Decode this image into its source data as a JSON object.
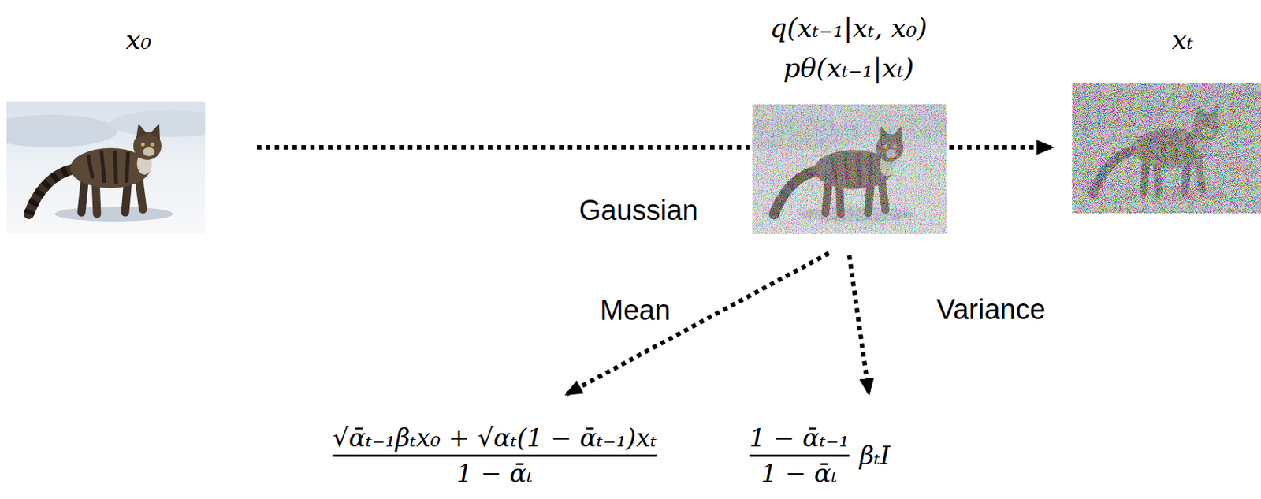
{
  "diagram": {
    "nodes": [
      {
        "text": [
          "x₀"
        ]
      },
      {
        "text": [
          "q(xₜ₋₁|xₜ, x₀)",
          "pθ(xₜ₋₁|xₜ)"
        ]
      },
      {
        "text": [
          "xₜ"
        ]
      },
      {
        "text": [
          "√ᾱₜ₋₁βₜx₀ + √αₜ(1 − ᾱₜ₋₁)xₜ",
          "1 − ᾱₜ"
        ]
      },
      {
        "text": [
          "1 − ᾱₜ₋₁",
          "1 − ᾱₜ",
          "βₜI"
        ]
      }
    ],
    "edges": [
      {
        "from": 0,
        "to": 1,
        "arrow": "none"
      },
      {
        "from": 1,
        "to": 2,
        "arrow": "to"
      },
      {
        "from": 1,
        "to": 3,
        "label": "Mean",
        "arrow": "to"
      },
      {
        "from": 1,
        "to": 4,
        "label": "Variance",
        "arrow": "to"
      }
    ],
    "labels": [
      "Gaussian"
    ]
  }
}
